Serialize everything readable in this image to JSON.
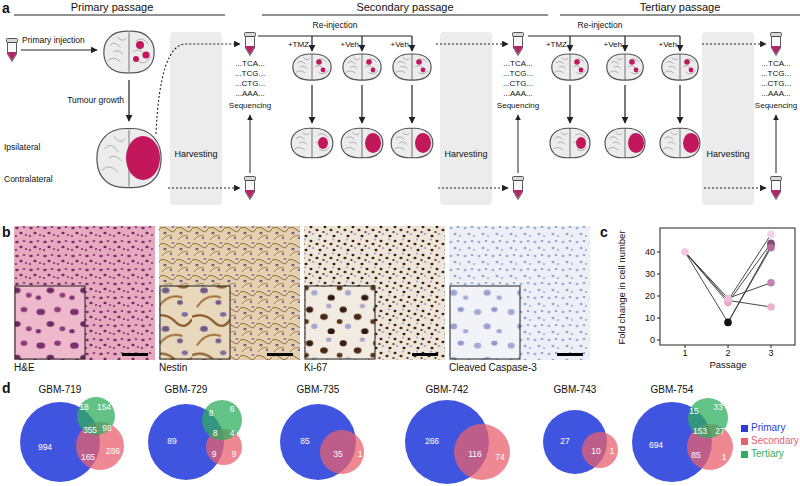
{
  "diagram": {
    "nodes": [
      {
        "text": [
          "Harvesting"
        ]
      },
      {
        "text": [
          "Harvesting"
        ]
      },
      {
        "text": [
          "Harvesting"
        ]
      }
    ],
    "labels": [
      "a",
      "Primary passage",
      "Secondary passage",
      "Tertiary passage",
      "Primary injection",
      "Tumour growth",
      "Ipsilateral",
      "Contralateral",
      "...TCA...",
      "...TCG...",
      "...CTG...",
      "...AAA...",
      "Sequencing",
      "Re-injection",
      "+TMZ",
      "+Veh",
      "+Veh",
      "...TCA...",
      "...TCG...",
      "...CTG...",
      "...AAA...",
      "Sequencing",
      "Re-injection",
      "+TMZ",
      "+Veh",
      "+Veh",
      "...TCA...",
      "...TCG...",
      "...CTG...",
      "...AAA...",
      "Sequencing",
      "b",
      "H&E",
      "Nestin",
      "Ki-67",
      "Cleaved Caspase-3",
      "c",
      "Fold change in cell number",
      "0",
      "10",
      "20",
      "30",
      "40",
      "1",
      "2",
      "3",
      "Passage",
      "d",
      "GBM-719",
      "GBM-729",
      "GBM-735",
      "GBM-742",
      "GBM-743",
      "GBM-754",
      "154",
      "18",
      "98",
      "355",
      "994",
      "165",
      "286",
      "89",
      "8",
      "6",
      "8",
      "4",
      "9",
      "9",
      "85",
      "35",
      "1",
      "266",
      "116",
      "74",
      "27",
      "10",
      "1",
      "15",
      "33",
      "153",
      "27",
      "85",
      "694",
      "1"
    ],
    "legend": [
      {
        "text": "Primary",
        "color": "#2b3fd6"
      },
      {
        "text": "Secondary",
        "color": "#e8606e"
      },
      {
        "text": "Tertiary",
        "color": "#2fae5e"
      }
    ]
  }
}
